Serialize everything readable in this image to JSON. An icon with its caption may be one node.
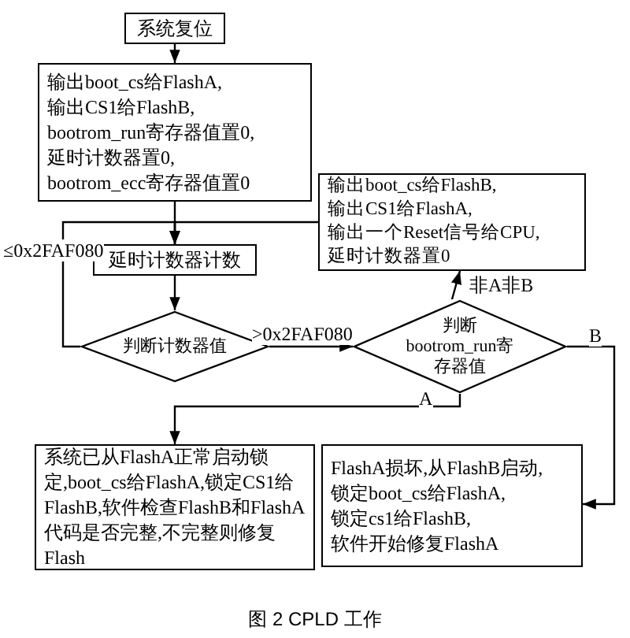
{
  "diagram": {
    "caption": "图 2 CPLD 工作",
    "nodes": [
      {
        "text": [
          "系统复位"
        ]
      },
      {
        "text": [
          "输出boot_cs给FlashA,",
          "输出CS1给FlashB,",
          "bootrom_run寄存器值置0,",
          "延时计数器置0,",
          "bootrom_ecc寄存器值置0"
        ]
      },
      {
        "text": [
          "延时计数器计数"
        ]
      },
      {
        "text": [
          "判断计数器值"
        ]
      },
      {
        "text": [
          "输出boot_cs给FlashB,",
          "输出CS1给FlashA,",
          "输出一个Reset信号给CPU,",
          "延时计数器置0"
        ]
      },
      {
        "text": [
          "判断bootrom_run寄存器值"
        ]
      },
      {
        "text": [
          "系统已从FlashA正常启动锁定,boot_cs给FlashA,锁定CS1给FlashB,软件检查FlashB和FlashA代码是否完整,不完整则修复Flash"
        ]
      },
      {
        "text": [
          "FlashA损坏,从FlashB启动,",
          "锁定boot_cs给FlashA,",
          "锁定cs1给FlashB,",
          "软件开始修复FlashA"
        ]
      }
    ],
    "edges": [
      {
        "from": 0,
        "to": 1,
        "arrow": "to"
      },
      {
        "from": 1,
        "to": 2,
        "arrow": "to"
      },
      {
        "from": 3,
        "to": 2,
        "arrow": "to",
        "label": "≤0x2FAF080"
      },
      {
        "from": 4,
        "to": 2,
        "arrow": "to"
      },
      {
        "from": 2,
        "to": 3,
        "arrow": "to"
      },
      {
        "from": 3,
        "to": 5,
        "arrow": "to",
        "label": ">0x2FAF080"
      },
      {
        "from": 5,
        "to": 4,
        "arrow": "to",
        "label": "非A非B"
      },
      {
        "from": 5,
        "to": 6,
        "arrow": "to",
        "label": "A"
      },
      {
        "from": 5,
        "to": 7,
        "arrow": "to",
        "label": "B"
      }
    ]
  }
}
